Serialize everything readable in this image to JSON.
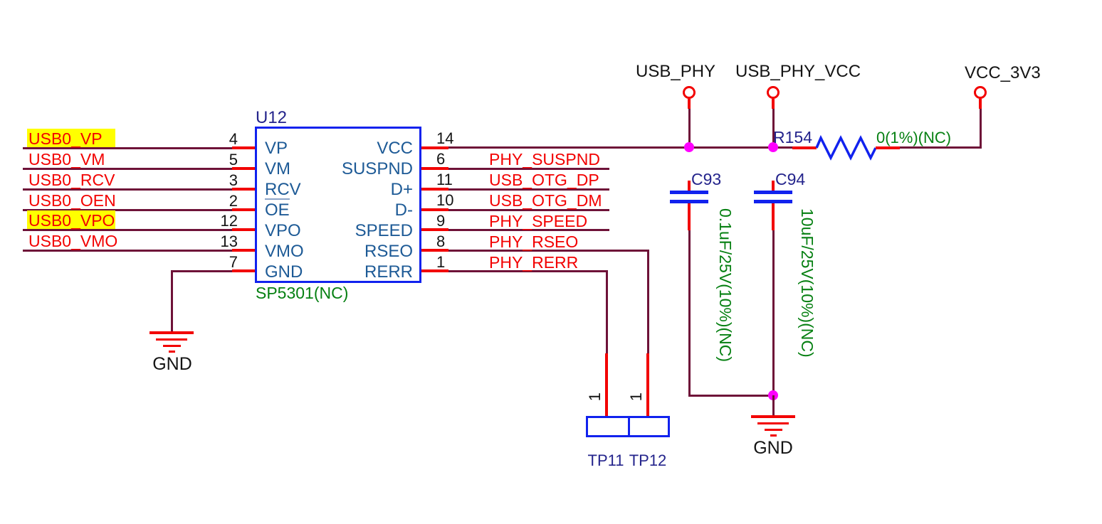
{
  "colors": {
    "wire": "#6e1238",
    "red": "#f20000",
    "blue": "#1122ee",
    "pin_text": "#1d5a96",
    "refdes": "#24248c",
    "green": "#068012",
    "junction": "#ff00ff",
    "highlight": "#ffff00"
  },
  "chip": {
    "refdes": "U12",
    "part": "SP5301(NC)",
    "left_pins": [
      {
        "number": "4",
        "name": "VP",
        "net": "USB0_VP",
        "highlighted": true
      },
      {
        "number": "5",
        "name": "VM",
        "net": "USB0_VM",
        "highlighted": false
      },
      {
        "number": "3",
        "name": "RCV",
        "net": "USB0_RCV",
        "highlighted": false
      },
      {
        "number": "2",
        "name": "OE",
        "net": "USB0_OEN",
        "highlighted": false,
        "overline": true
      },
      {
        "number": "12",
        "name": "VPO",
        "net": "USB0_VPO",
        "highlighted": true
      },
      {
        "number": "13",
        "name": "VMO",
        "net": "USB0_VMO",
        "highlighted": false
      },
      {
        "number": "7",
        "name": "GND",
        "net": "",
        "highlighted": false
      }
    ],
    "right_pins": [
      {
        "number": "14",
        "name": "VCC",
        "net": ""
      },
      {
        "number": "6",
        "name": "SUSPND",
        "net": "PHY_SUSPND"
      },
      {
        "number": "11",
        "name": "D+",
        "net": "USB_OTG_DP"
      },
      {
        "number": "10",
        "name": "D-",
        "net": "USB_OTG_DM"
      },
      {
        "number": "9",
        "name": "SPEED",
        "net": "PHY_SPEED"
      },
      {
        "number": "8",
        "name": "RSEO",
        "net": "PHY_RSEO"
      },
      {
        "number": "1",
        "name": "RERR",
        "net": "PHY_RERR"
      }
    ]
  },
  "power_ports": {
    "labels": [
      "USB_PHY",
      "USB_PHY_VCC",
      "VCC_3V3"
    ]
  },
  "resistor": {
    "refdes": "R154",
    "value": "0(1%)(NC)"
  },
  "capacitors": [
    {
      "refdes": "C93",
      "value": "0.1uF/25V(10%)(NC)"
    },
    {
      "refdes": "C94",
      "value": "10uF/25V(10%)(NC)"
    }
  ],
  "test_points": {
    "tp1": {
      "refdes": "TP11",
      "pin": "1"
    },
    "tp2": {
      "refdes": "TP12",
      "pin": "1"
    }
  },
  "grounds": {
    "left": "GND",
    "right": "GND"
  }
}
